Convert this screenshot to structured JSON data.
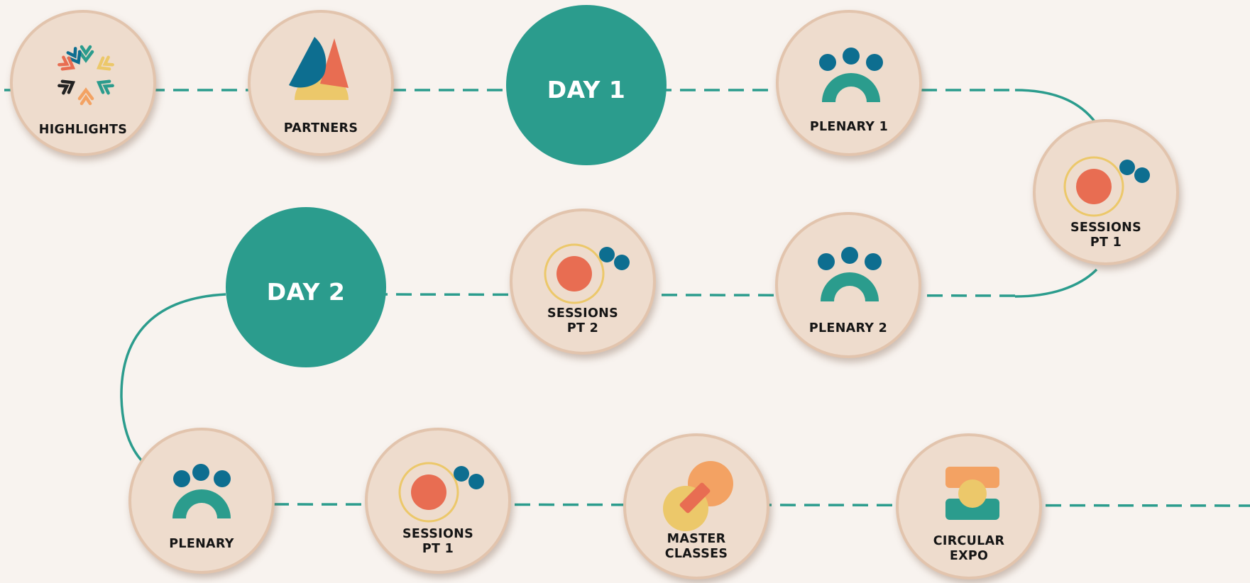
{
  "nodes": {
    "highlights": {
      "label": [
        "HIGHLIGHTS"
      ],
      "icon": "star-burst-logo-icon"
    },
    "partners": {
      "label": [
        "PARTNERS"
      ],
      "icon": "overlapping-shapes-icon"
    },
    "day1": {
      "label": "DAY 1"
    },
    "plenary1": {
      "label": [
        "PLENARY 1"
      ],
      "icon": "people-arch-icon"
    },
    "sessions_pt1_a": {
      "label": [
        "SESSIONS",
        "PT 1"
      ],
      "icon": "orbit-dots-icon"
    },
    "plenary2": {
      "label": [
        "PLENARY 2"
      ],
      "icon": "people-arch-icon"
    },
    "sessions_pt2": {
      "label": [
        "SESSIONS",
        "PT 2"
      ],
      "icon": "orbit-dots-icon"
    },
    "day2": {
      "label": "DAY 2"
    },
    "plenary": {
      "label": [
        "PLENARY"
      ],
      "icon": "people-arch-icon"
    },
    "sessions_pt1_b": {
      "label": [
        "SESSIONS",
        "PT 1"
      ],
      "icon": "orbit-dots-icon"
    },
    "master_classes": {
      "label": [
        "MASTER",
        "CLASSES"
      ],
      "icon": "linked-circles-icon"
    },
    "circular_expo": {
      "label": [
        "CIRCULAR",
        "EXPO"
      ],
      "icon": "stacked-blocks-icon"
    }
  },
  "colors": {
    "background": "#f8f3ef",
    "node_fill": "#eedccd",
    "node_border": "#e2c4ad",
    "teal": "#2b9c8d",
    "blue": "#0d6e90",
    "coral": "#e86d52",
    "yellow": "#ecc86a",
    "orange": "#f3a263",
    "text": "#151515"
  }
}
